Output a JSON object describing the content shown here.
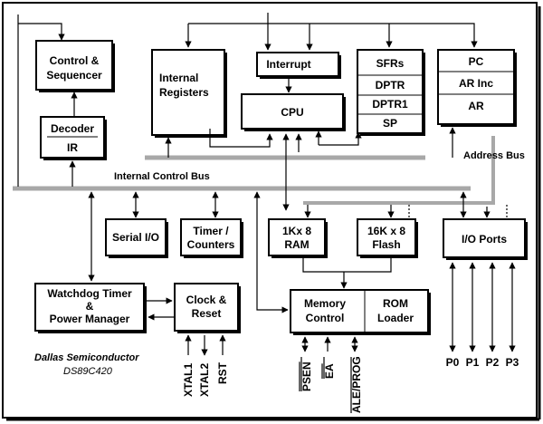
{
  "blocks": {
    "control_sequencer": [
      "Control &",
      "Sequencer"
    ],
    "internal_registers": [
      "Internal",
      "Registers"
    ],
    "interrupt": "Interrupt",
    "cpu": "CPU",
    "sfrs": [
      "SFRs",
      "DPTR",
      "DPTR1",
      "SP"
    ],
    "pc_group": [
      "PC",
      "AR Inc",
      "AR"
    ],
    "decoder": "Decoder",
    "ir": "IR",
    "serial_io": "Serial I/O",
    "timer_counters": [
      "Timer /",
      "Counters"
    ],
    "ram": [
      "1Kx 8",
      "RAM"
    ],
    "flash": [
      "16K x 8",
      "Flash"
    ],
    "io_ports": "I/O Ports",
    "watchdog": [
      "Watchdog Timer",
      "&",
      "Power Manager"
    ],
    "clock_reset": [
      "Clock &",
      "Reset"
    ],
    "memory_control": [
      "Memory",
      "Control"
    ],
    "rom_loader": [
      "ROM",
      "Loader"
    ]
  },
  "labels": {
    "internal_control_bus": "Internal Control Bus",
    "address_bus": "Address Bus",
    "company": "Dallas Semiconductor",
    "part": "DS89C420"
  },
  "pins": {
    "clock": [
      "XTAL1",
      "XTAL2",
      "RST"
    ],
    "memory": [
      "PSEN",
      "EA",
      "ALE/PROG"
    ],
    "ports": [
      "P0",
      "P1",
      "P2",
      "P3"
    ]
  }
}
